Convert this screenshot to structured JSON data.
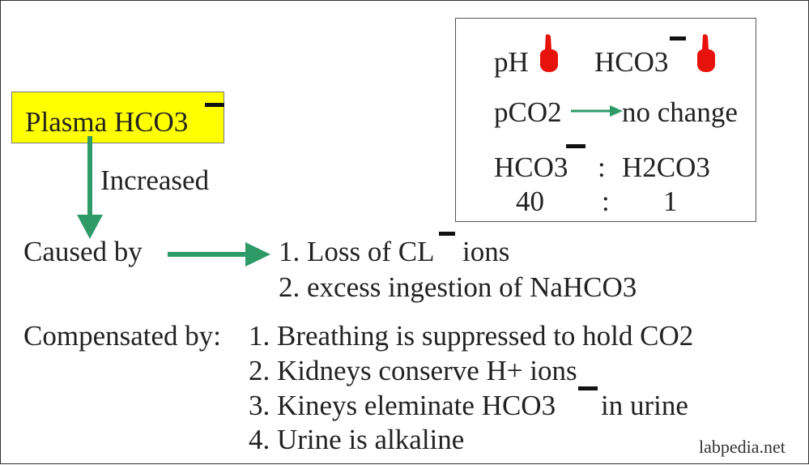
{
  "plasma": {
    "label": "Plasma HCO3"
  },
  "arrow_label": "Increased",
  "cause": {
    "heading": "Caused by",
    "items": [
      "1. Loss of CL",
      "ions",
      "2. excess ingestion of NaHCO3"
    ]
  },
  "compensation": {
    "heading": "Compensated by:",
    "items": [
      "1. Breathing is suppressed to hold CO2",
      "2. Kidneys conserve H+ ions",
      "3. Kineys eleminate HCO3",
      "in urine",
      "4. Urine is alkaline"
    ]
  },
  "info_box": {
    "ph_label": "pH",
    "hco3_label": "HCO3",
    "pco2_label": "pCO2",
    "pco2_status": "no change",
    "ratio_left_label": "HCO3",
    "ratio_colon": ":",
    "ratio_right_label": "H2CO3",
    "ratio_left_value": "40",
    "ratio_colon2": ":",
    "ratio_right_value": "1"
  },
  "watermark": "labpedia.net",
  "colors": {
    "arrow": "#2e9a68",
    "highlight": "#ffff00",
    "hand_icon": "#e8120c"
  }
}
